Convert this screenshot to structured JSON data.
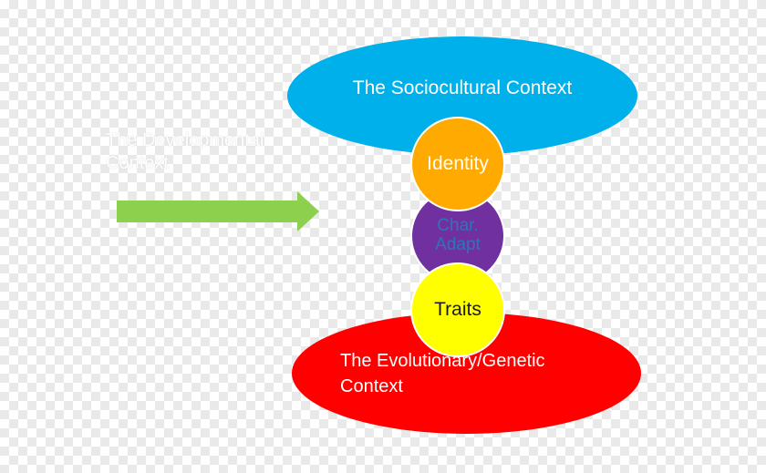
{
  "diagram": {
    "sociocultural": {
      "label": "The Sociocultural Context"
    },
    "identity": {
      "label": "Identity"
    },
    "char_adapt": {
      "label": "Char.\nAdapt"
    },
    "traits": {
      "label": "Traits"
    },
    "evolutionary": {
      "label": "The Evolutionary/Genetic\nContext"
    },
    "developmental": {
      "label": "The Developmental\nContext"
    },
    "arrow": {
      "icon": "right-arrow-icon",
      "direction": "right"
    }
  },
  "colors": {
    "sociocultural": "#00b0ea",
    "identity": "#ffaa00",
    "char_adapt": "#7030a0",
    "char_adapt_text": "#2e75b6",
    "traits": "#ffff00",
    "evolutionary": "#ff0000",
    "arrow": "#8cd04e"
  }
}
